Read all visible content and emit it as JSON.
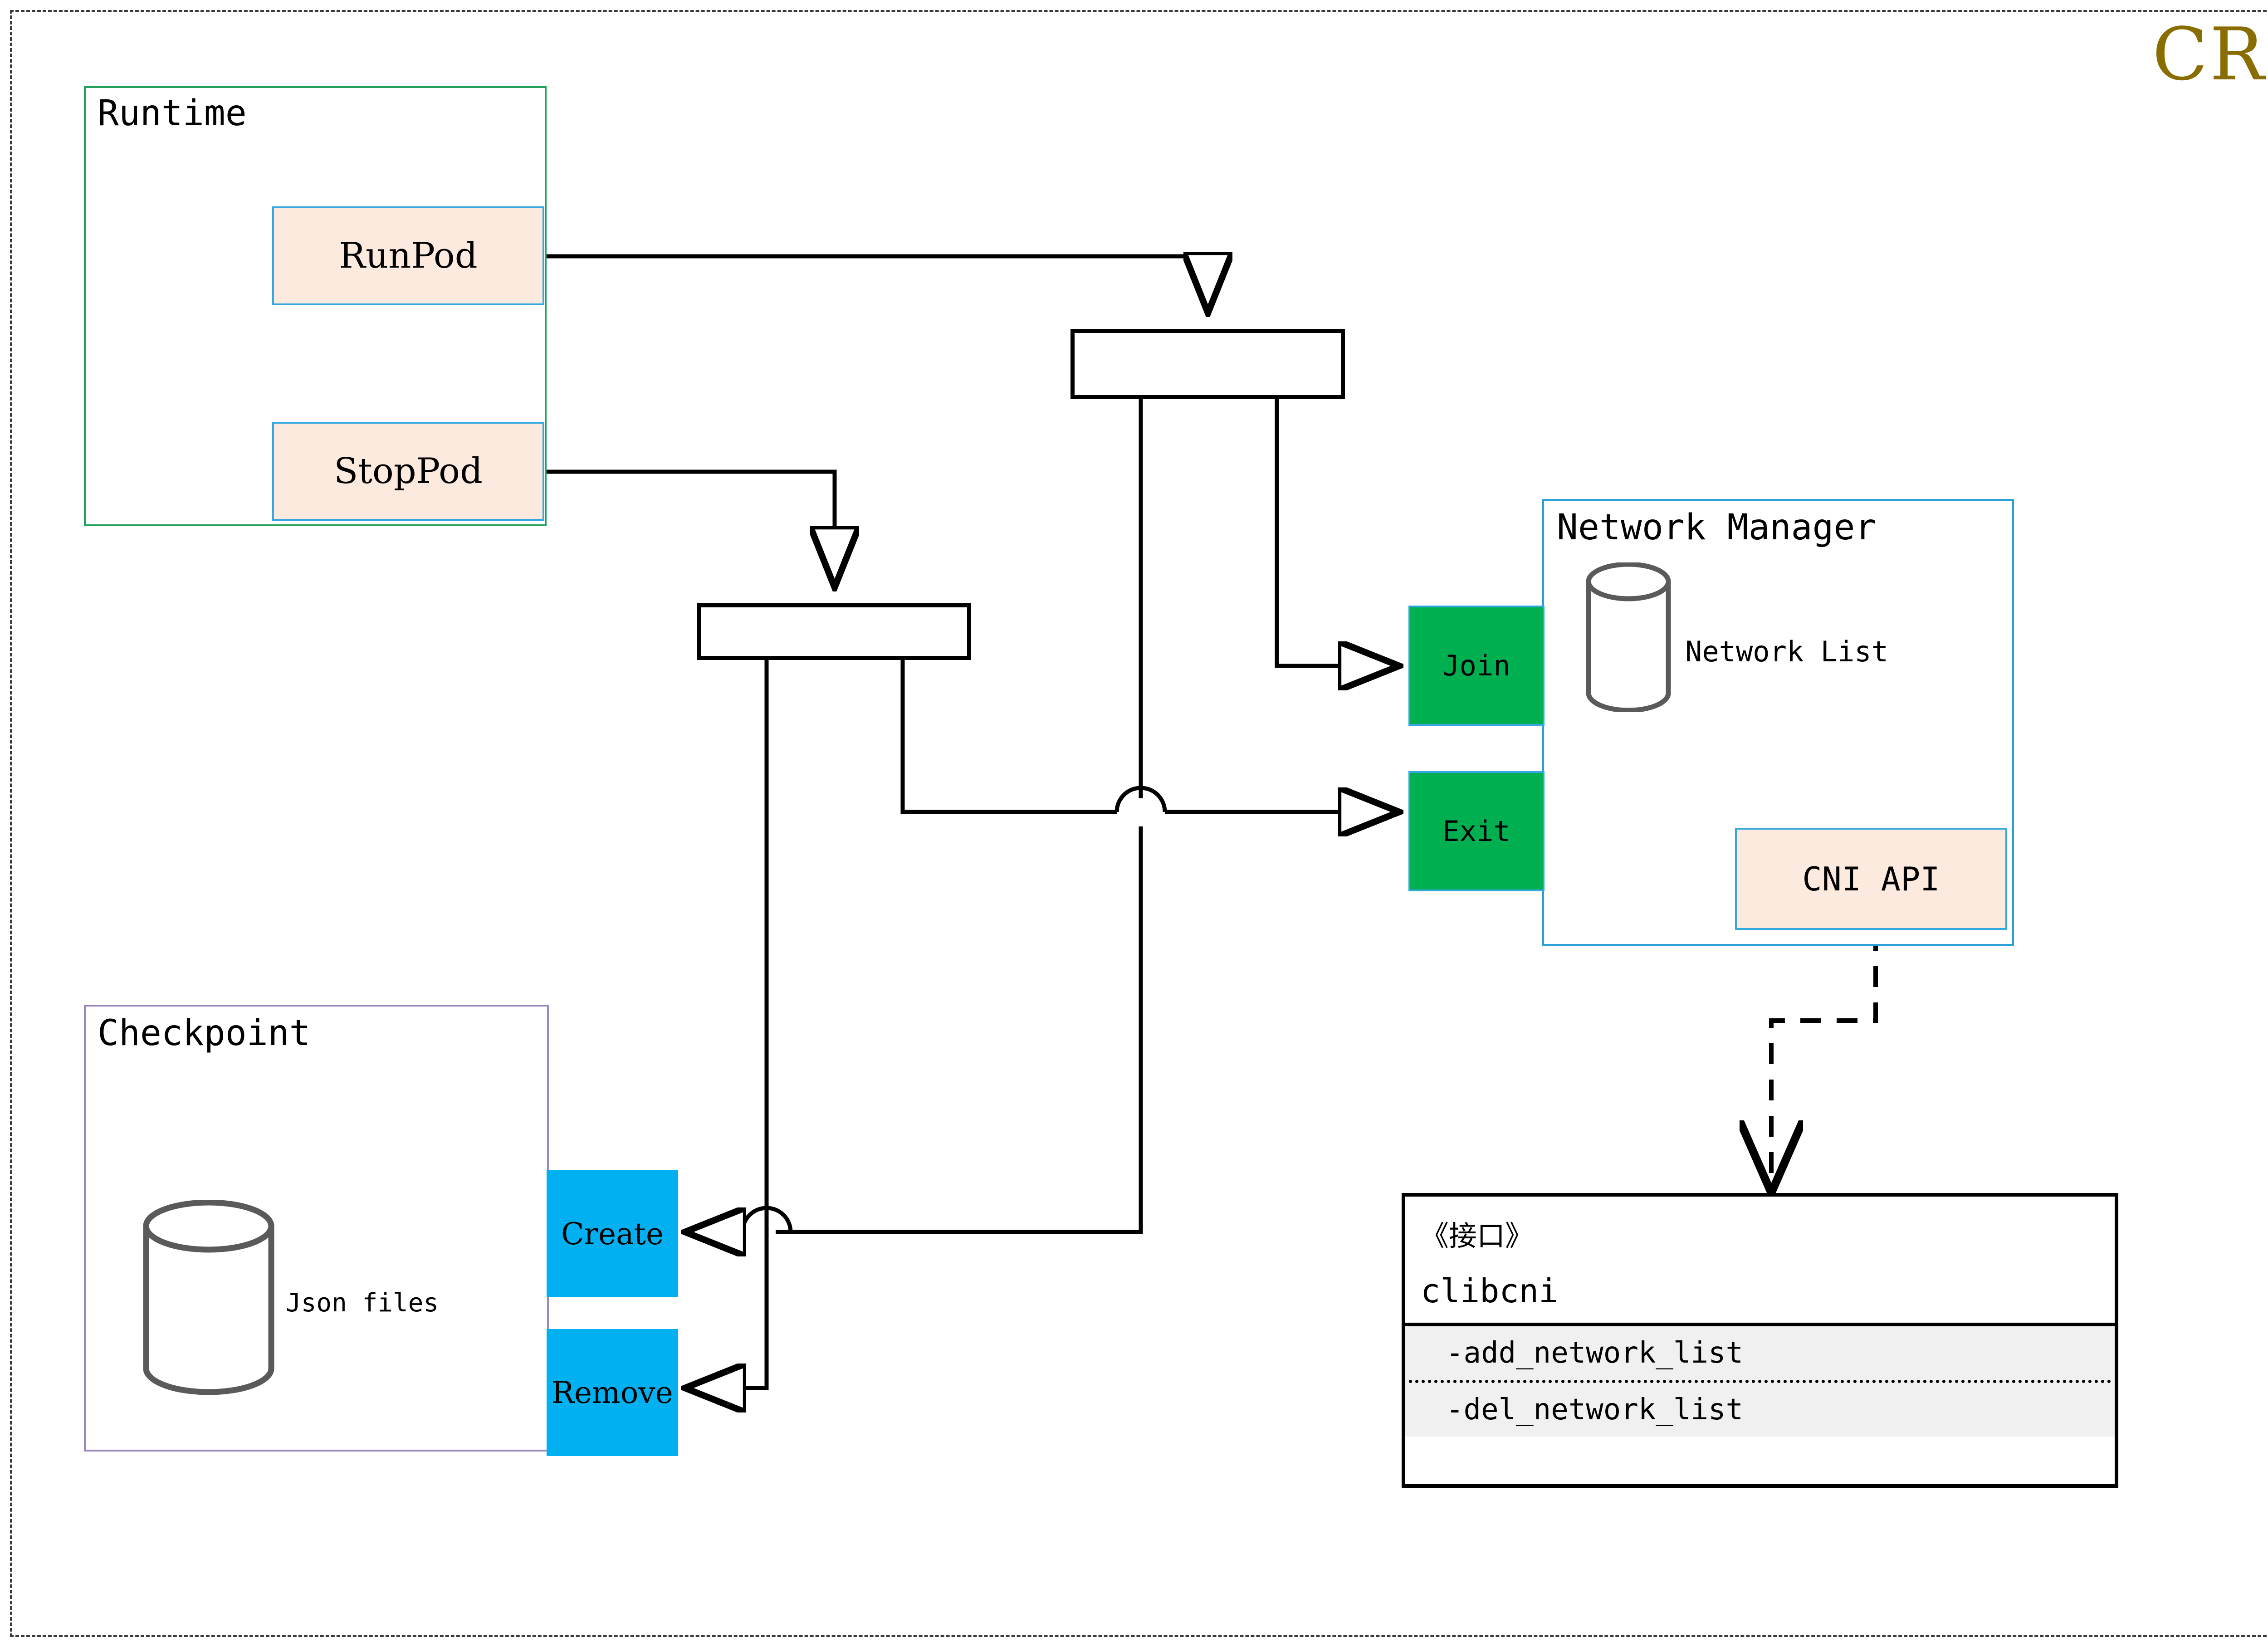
{
  "diagram": {
    "title": "CRI",
    "title_color": "#8a6d00",
    "type": "uml-activity-component-diagram"
  },
  "packages": {
    "runtime": {
      "title": "Runtime",
      "border_color": "#22a05c"
    },
    "checkpoint": {
      "title": "Checkpoint",
      "border_color": "#9b86bd"
    },
    "network_manager": {
      "title": "Network Manager",
      "border_color": "#2f9fd8"
    }
  },
  "nodes": {
    "run_pod": {
      "label": "RunPod",
      "fill": "#fceade",
      "border": "#35a8e0"
    },
    "stop_pod": {
      "label": "StopPod",
      "fill": "#fceade",
      "border": "#35a8e0"
    },
    "join": {
      "label": "Join",
      "fill": "#00b050"
    },
    "exit": {
      "label": "Exit",
      "fill": "#00b050"
    },
    "cni_api": {
      "label": "CNI API",
      "fill": "#fceade",
      "border": "#35a8e0"
    },
    "create": {
      "label": "Create",
      "fill": "#00b0f0"
    },
    "remove": {
      "label": "Remove",
      "fill": "#00b0f0"
    }
  },
  "datastores": {
    "network_list": {
      "label": "Network List"
    },
    "json_files": {
      "label": "Json files"
    }
  },
  "interface": {
    "stereotype": "《接口》",
    "name": "clibcni",
    "operations": [
      "-add_network_list",
      "-del_network_list"
    ]
  },
  "forks": {
    "fork_top": {
      "label": ""
    },
    "fork_bottom": {
      "label": ""
    }
  }
}
